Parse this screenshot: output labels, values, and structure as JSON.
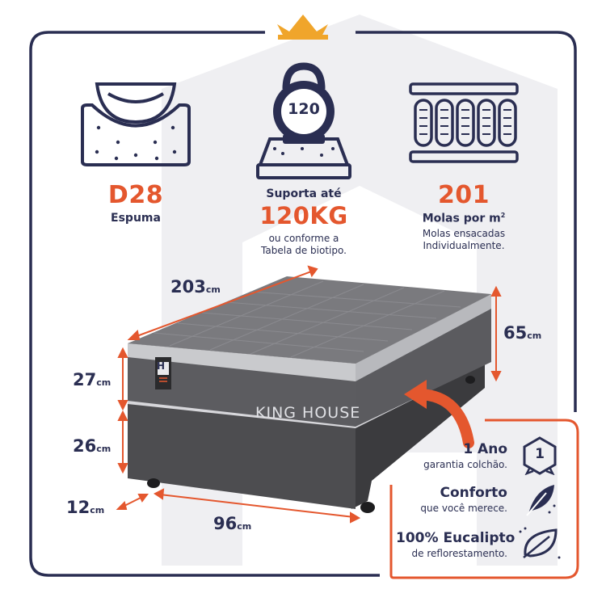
{
  "colors": {
    "navy": "#2a2e52",
    "orange": "#e4572e",
    "bed_dark": "#4a4a4d",
    "bed_top": "#6e6e72",
    "watermark": "#ececef"
  },
  "features": [
    {
      "icon": "foam-icon",
      "title": "D28",
      "subtitle": "Espuma"
    },
    {
      "icon": "kettlebell-icon",
      "icon_label": "120",
      "pre": "Suporta até",
      "title": "120KG",
      "note_line1": "ou conforme a",
      "note_line2": "Tabela de biotipo."
    },
    {
      "icon": "pocket-springs-icon",
      "title": "201",
      "subtitle": "Molas por m",
      "superscript": "2",
      "note_line1": "Molas ensacadas",
      "note_line2": "Individualmente."
    }
  ],
  "product": {
    "brand_part1": "KING",
    "brand_part2": "HOUSE",
    "label_letter": "H"
  },
  "dimensions": [
    {
      "value": "203",
      "unit": "cm"
    },
    {
      "value": "65",
      "unit": "cm"
    },
    {
      "value": "27",
      "unit": "cm"
    },
    {
      "value": "26",
      "unit": "cm"
    },
    {
      "value": "12",
      "unit": "cm"
    },
    {
      "value": "96",
      "unit": "cm"
    }
  ],
  "badges": [
    {
      "icon": "warranty-badge-icon",
      "icon_label": "1",
      "title": "1 Ano",
      "subtitle": "garantia colchão."
    },
    {
      "icon": "feather-icon",
      "title": "Conforto",
      "subtitle": "que você merece."
    },
    {
      "icon": "eucalyptus-leaf-icon",
      "title": "100% Eucalipto",
      "subtitle": "de reflorestamento."
    }
  ]
}
